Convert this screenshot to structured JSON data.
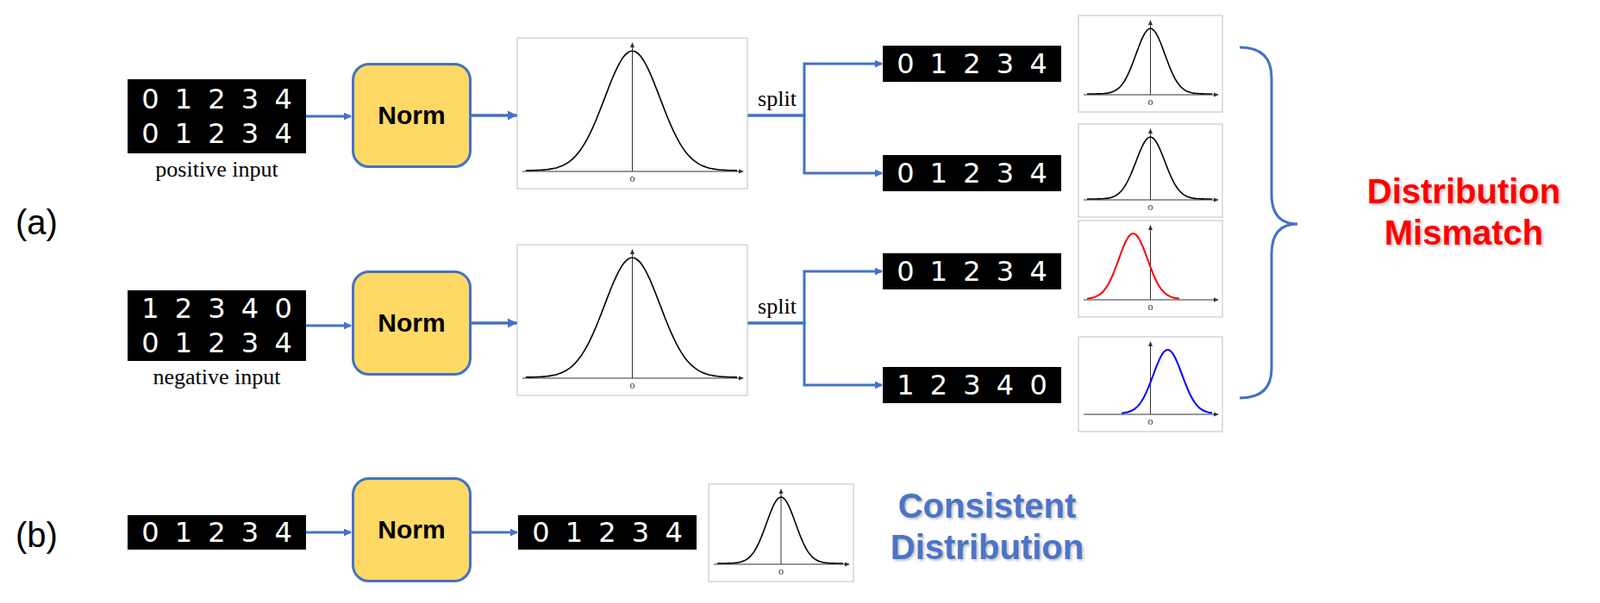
{
  "diagram": {
    "nodes": [
      {
        "text": [
          "0 1 2 3 4",
          "0 1 2 3 4",
          "positive input"
        ]
      },
      {
        "text": [
          "Norm"
        ]
      },
      {
        "text": [
          "0 1 2 3 4"
        ]
      },
      {
        "text": [
          "0 1 2 3 4"
        ]
      },
      {
        "text": [
          "1 2 3 4 0",
          "0 1 2 3 4",
          "negative input"
        ]
      },
      {
        "text": [
          "Norm"
        ]
      },
      {
        "text": [
          "0 1 2 3 4"
        ]
      },
      {
        "text": [
          "1 2 3 4 0"
        ]
      },
      {
        "text": [
          "0 1 2 3 4"
        ]
      },
      {
        "text": [
          "Norm"
        ]
      },
      {
        "text": [
          "0 1 2 3 4"
        ]
      }
    ],
    "edges": [
      {
        "from": 0,
        "to": 1,
        "arrow": "to"
      },
      {
        "from": 1,
        "to": 2,
        "arrow": "to",
        "label": "split"
      },
      {
        "from": 1,
        "to": 3,
        "arrow": "to"
      },
      {
        "from": 4,
        "to": 5,
        "arrow": "to"
      },
      {
        "from": 5,
        "to": 6,
        "arrow": "to",
        "label": "split"
      },
      {
        "from": 5,
        "to": 7,
        "arrow": "to"
      },
      {
        "from": 8,
        "to": 9,
        "arrow": "to"
      },
      {
        "from": 9,
        "to": 10,
        "arrow": "to"
      }
    ],
    "labels": [
      "(a)",
      "o",
      "o",
      "o",
      "o",
      "o",
      "o",
      "Distribution Mismatch",
      "(b)",
      "o",
      "Consistent Distribution"
    ]
  }
}
